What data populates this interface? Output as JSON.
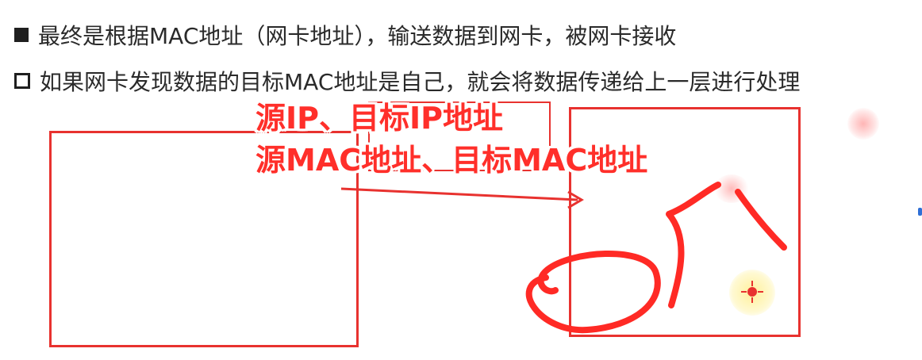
{
  "bullets": [
    {
      "text": "最终是根据MAC地址（网卡地址），输送数据到网卡，被网卡接收",
      "marker": "filled-square"
    },
    {
      "text": "如果网卡发现数据的目标MAC地址是自己，就会将数据传递给上一层进行处理",
      "marker": "open-square"
    }
  ],
  "annotations": {
    "line1": "源IP、目标IP地址",
    "line2": "源MAC地址、目标MAC地址"
  },
  "colors": {
    "annotation_red": "#ff2f2a",
    "box_red": "#e8322f",
    "text": "#2a2a2a"
  },
  "icons": [
    "filled-square-bullet",
    "open-square-bullet",
    "arrow",
    "cursor-crosshair-icon"
  ]
}
